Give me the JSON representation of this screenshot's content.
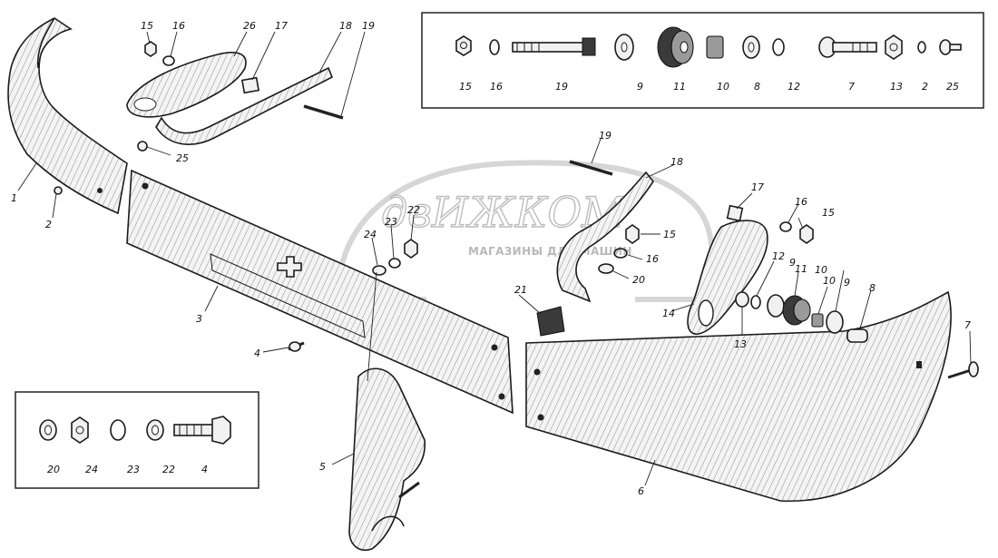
{
  "watermark": {
    "brand": "двИЖКОМ",
    "tagline": "МАГАЗИНЫ ДЛЯ МАШИН"
  },
  "callouts": [
    {
      "id": "l1",
      "text": "1"
    },
    {
      "id": "l2",
      "text": "2"
    },
    {
      "id": "l3",
      "text": "3"
    },
    {
      "id": "l4",
      "text": "4"
    },
    {
      "id": "l5",
      "text": "5"
    },
    {
      "id": "l6",
      "text": "6"
    },
    {
      "id": "l7",
      "text": "7"
    },
    {
      "id": "l8",
      "text": "8"
    },
    {
      "id": "l9a",
      "text": "9"
    },
    {
      "id": "l9b",
      "text": "9"
    },
    {
      "id": "l10a",
      "text": "10"
    },
    {
      "id": "l10b",
      "text": "10"
    },
    {
      "id": "l11",
      "text": "11"
    },
    {
      "id": "l12",
      "text": "12"
    },
    {
      "id": "l13",
      "text": "13"
    },
    {
      "id": "l14",
      "text": "14"
    },
    {
      "id": "l15a",
      "text": "15"
    },
    {
      "id": "l15b",
      "text": "15"
    },
    {
      "id": "l15c",
      "text": "15"
    },
    {
      "id": "l16a",
      "text": "16"
    },
    {
      "id": "l16b",
      "text": "16"
    },
    {
      "id": "l16c",
      "text": "16"
    },
    {
      "id": "l17a",
      "text": "17"
    },
    {
      "id": "l17b",
      "text": "17"
    },
    {
      "id": "l18a",
      "text": "18"
    },
    {
      "id": "l18b",
      "text": "18"
    },
    {
      "id": "l19a",
      "text": "19"
    },
    {
      "id": "l19b",
      "text": "19"
    },
    {
      "id": "l20",
      "text": "20"
    },
    {
      "id": "l21",
      "text": "21"
    },
    {
      "id": "l22",
      "text": "22"
    },
    {
      "id": "l23",
      "text": "23"
    },
    {
      "id": "l24",
      "text": "24"
    },
    {
      "id": "l25a",
      "text": "25"
    },
    {
      "id": "l25b",
      "text": "25"
    },
    {
      "id": "l26",
      "text": "26"
    }
  ],
  "inset_top": {
    "labels": [
      "15",
      "16",
      "19",
      "9",
      "11",
      "10",
      "8",
      "12",
      "7",
      "13",
      "2",
      "25"
    ]
  },
  "inset_bottom": {
    "labels": [
      "20",
      "24",
      "23",
      "22",
      "4"
    ]
  }
}
